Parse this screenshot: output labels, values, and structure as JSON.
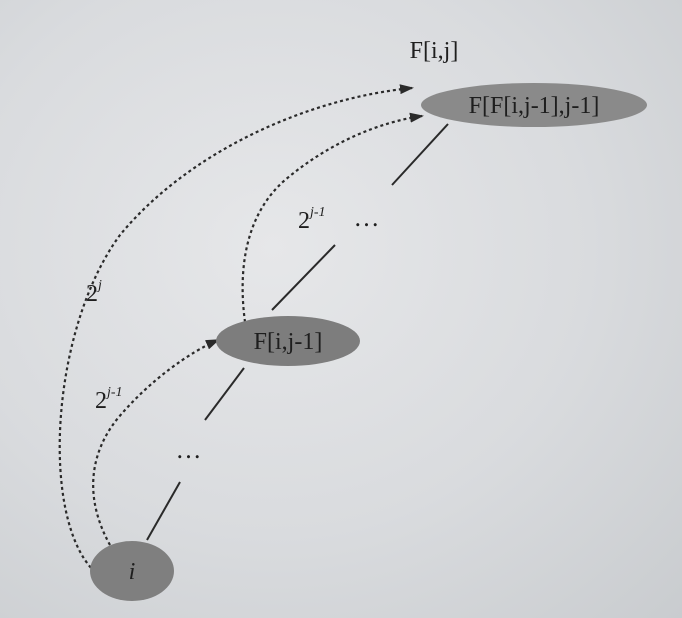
{
  "diagram": {
    "nodes": {
      "start": {
        "label": "i",
        "color": "#7f7f7f"
      },
      "mid": {
        "label": "F[i,j-1]",
        "color": "#7d7d7d"
      },
      "top": {
        "label": "F[F[i,j-1],j-1]",
        "color": "#8a8a8a"
      }
    },
    "top_caption": "F[i,j]",
    "edge_labels": {
      "outer": {
        "base": "2",
        "exp": "j"
      },
      "lower_inner": {
        "base": "2",
        "exp": "j-1"
      },
      "upper_inner": {
        "base": "2",
        "exp": "j-1"
      }
    },
    "ellipsis_lower": "…",
    "ellipsis_upper": "…",
    "colors": {
      "line": "#2a2a2a",
      "text": "#1e1e1e"
    }
  }
}
